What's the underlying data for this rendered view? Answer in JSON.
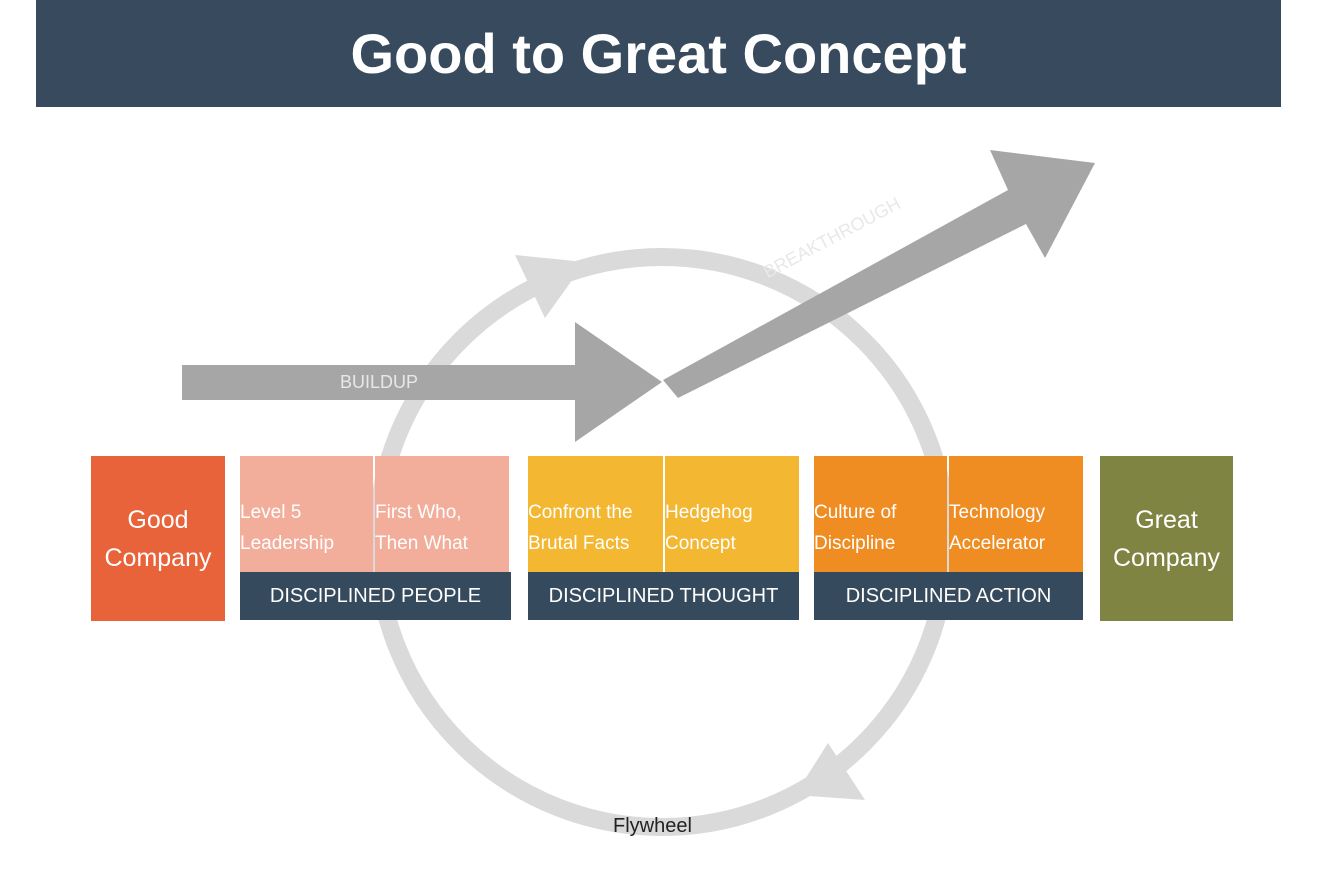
{
  "title": "Good to Great Concept",
  "arrows": {
    "buildup": "BUILDUP",
    "breakthrough": "BREAKTHROUGH"
  },
  "flywheel": "Flywheel",
  "start": {
    "line1": "Good",
    "line2": "Company",
    "color": "#e8623a"
  },
  "end": {
    "line1": "Great",
    "line2": "Company",
    "color": "#7f8442"
  },
  "groups": [
    {
      "label": "DISCIPLINED PEOPLE",
      "color": "#f2ae9b",
      "items": [
        [
          "Level 5",
          "Leadership"
        ],
        [
          "First Who,",
          "Then What"
        ]
      ]
    },
    {
      "label": "DISCIPLINED THOUGHT",
      "color": "#f3b731",
      "items": [
        [
          "Confront the",
          "Brutal Facts"
        ],
        [
          "Hedgehog",
          "Concept"
        ]
      ]
    },
    {
      "label": "DISCIPLINED ACTION",
      "color": "#ef8c22",
      "items": [
        [
          "Culture of",
          "Discipline"
        ],
        [
          "Technology",
          "Accelerator"
        ]
      ]
    }
  ]
}
